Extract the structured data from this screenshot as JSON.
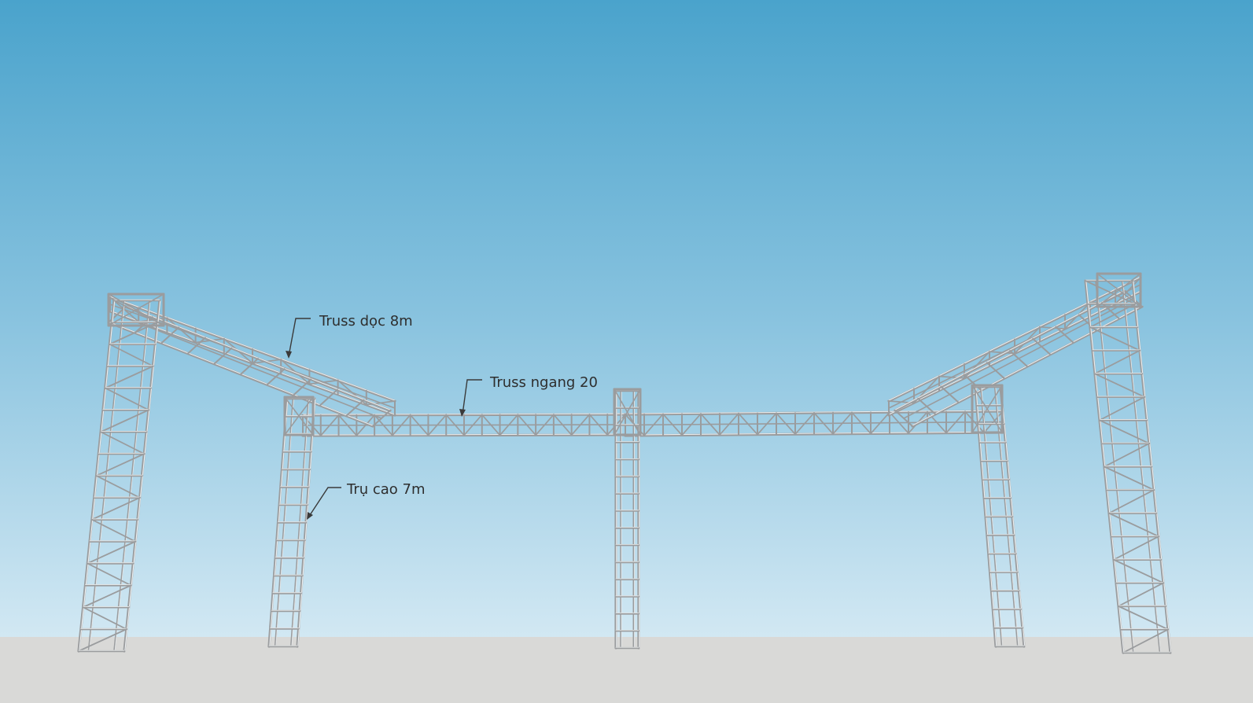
{
  "colors": {
    "sky_top": "#4aa3cc",
    "sky_bottom": "#d2e8f3",
    "ground": "#d9d9d7",
    "truss": "#9a9c9e",
    "truss_light": "#e9ebec",
    "leader": "#3a3a3a",
    "label_text": "#2e2e2e"
  },
  "labels": {
    "longitudinal_truss": "Truss dọc 8m",
    "horizontal_truss": "Truss ngang 20",
    "column": "Trụ cao 7m"
  }
}
